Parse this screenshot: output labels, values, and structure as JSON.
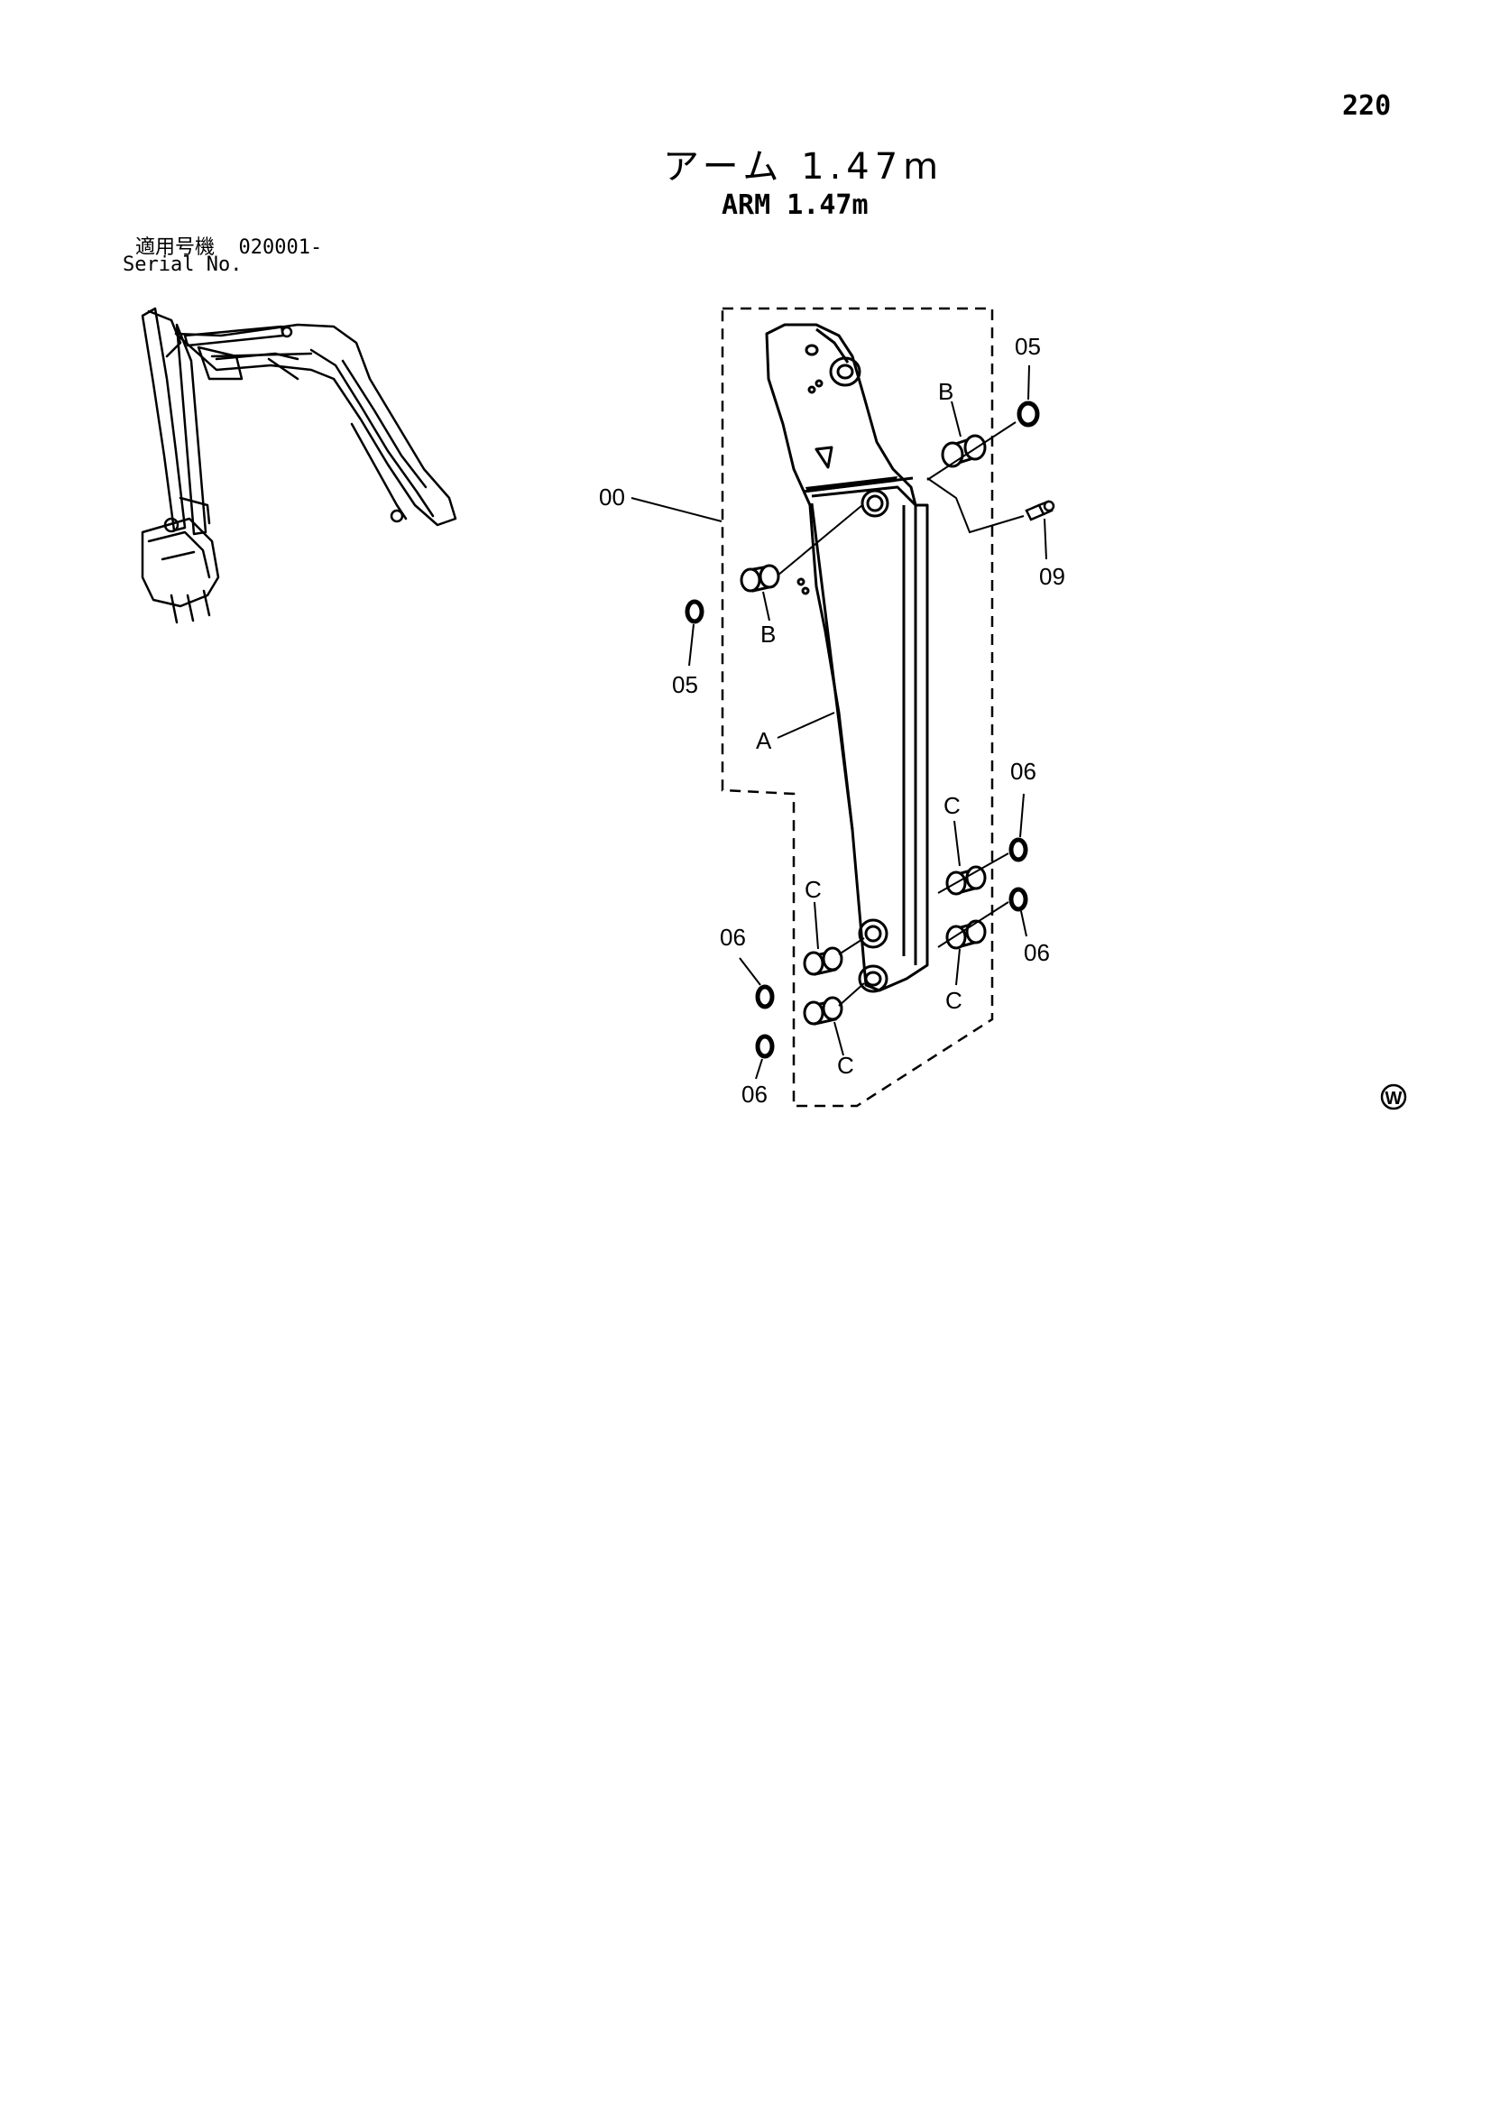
{
  "page_number": "220",
  "title_jp": "アーム 1.47m",
  "title_en": "ARM 1.47m",
  "serial_label_jp": "適用号機",
  "serial_range": "020001-",
  "serial_label_en": "Serial No.",
  "callouts": {
    "assembly": "00",
    "arm": "A",
    "bushing_b_top": "B",
    "bushing_b_left": "B",
    "washer_05_top": "05",
    "washer_05_left": "05",
    "grease_09": "09",
    "washer_06_right_upper": "06",
    "washer_06_right_lower": "06",
    "washer_06_left_upper": "06",
    "washer_06_left_lower": "06",
    "bushing_c_right_upper": "C",
    "bushing_c_right_lower": "C",
    "bushing_c_left_upper": "C",
    "bushing_c_left_lower": "C"
  },
  "mark_symbol": "W"
}
